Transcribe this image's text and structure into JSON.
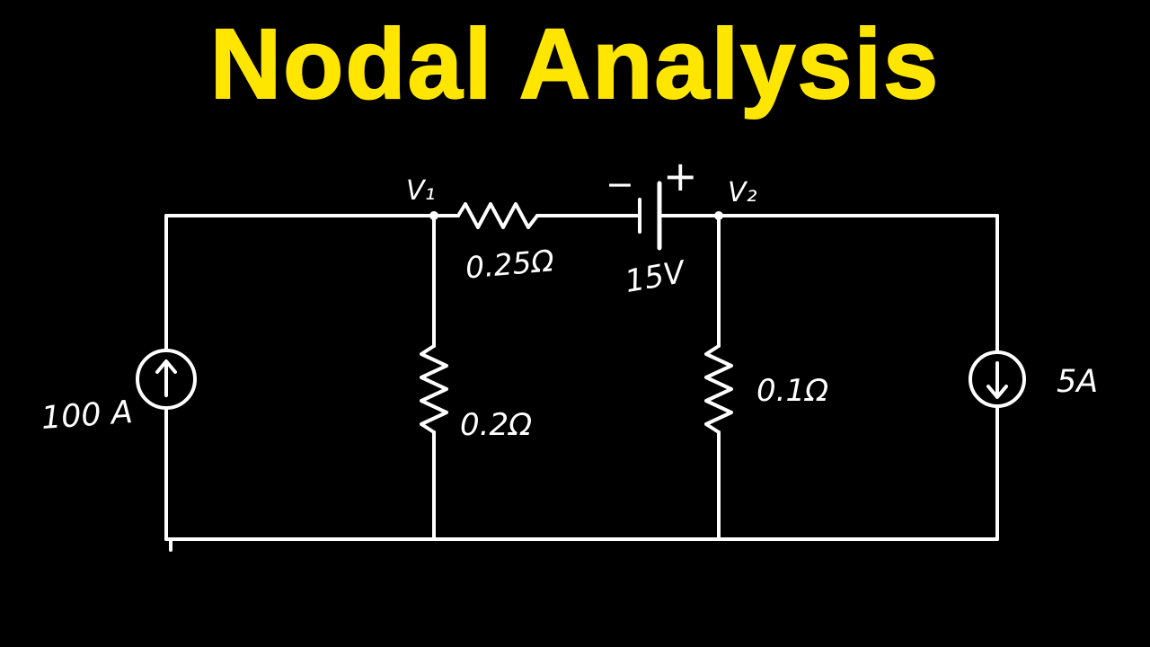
{
  "title": "Nodal Analysis",
  "colors": {
    "background": "#000000",
    "title": "#FFE600",
    "ink": "#FFFFFF"
  },
  "circuit": {
    "node_v1": "V₁",
    "node_v2": "V₂",
    "resistor_top": "0.25Ω",
    "resistor_left": "0.2Ω",
    "resistor_right": "0.1Ω",
    "battery": {
      "minus": "−",
      "plus": "+",
      "label": "15V"
    },
    "source_left": {
      "label": "100 A",
      "direction": "up"
    },
    "source_right": {
      "label": "5A",
      "direction": "down"
    }
  }
}
